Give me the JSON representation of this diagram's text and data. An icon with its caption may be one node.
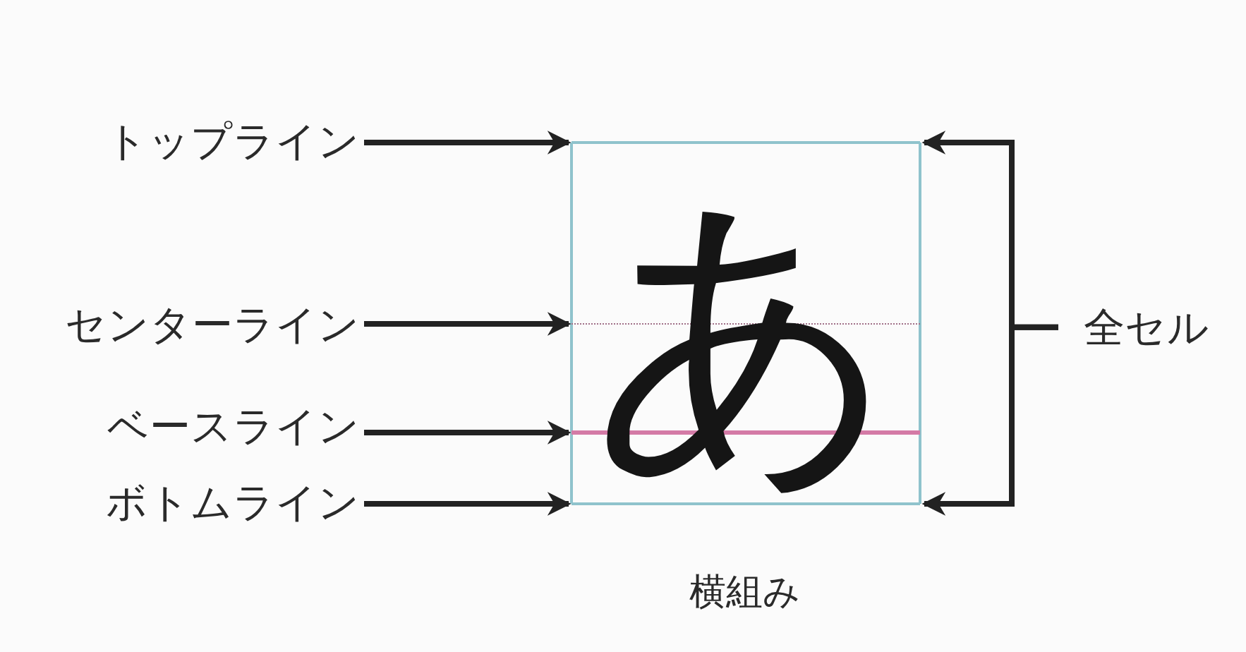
{
  "diagram": {
    "caption": "横組み",
    "nodes": [
      {
        "text": [
          "トップライン"
        ]
      },
      {
        "text": [
          "センターライン"
        ]
      },
      {
        "text": [
          "ベースライン"
        ]
      },
      {
        "text": [
          "ボトムライン"
        ]
      },
      {
        "text": [],
        "shape": "line"
      },
      {
        "text": [],
        "shape": "line"
      },
      {
        "text": [],
        "shape": "line"
      },
      {
        "text": [],
        "shape": "line"
      },
      {
        "text": [
          "全セル"
        ]
      }
    ],
    "edges": [
      {
        "from": 0,
        "to": 4,
        "arrow": "to"
      },
      {
        "from": 1,
        "to": 5,
        "arrow": "to"
      },
      {
        "from": 2,
        "to": 6,
        "arrow": "to"
      },
      {
        "from": 3,
        "to": 7,
        "arrow": "to"
      },
      {
        "from": 8,
        "to": 4,
        "arrow": "to"
      },
      {
        "from": 8,
        "to": 7,
        "arrow": "to"
      }
    ],
    "labels": [
      "あ"
    ]
  }
}
